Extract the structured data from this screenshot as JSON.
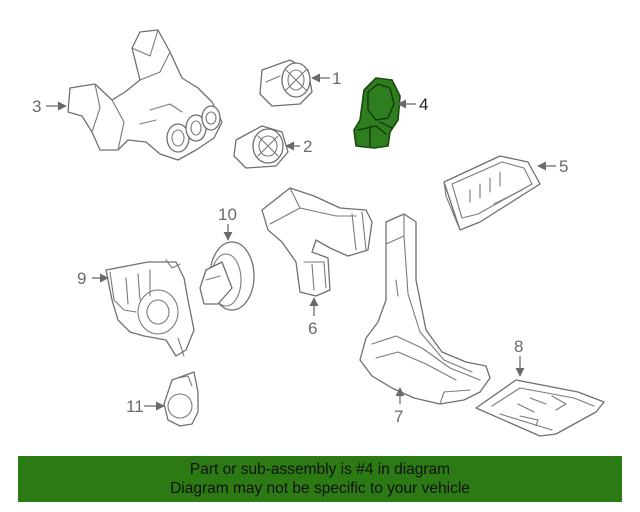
{
  "callouts": {
    "c1": "1",
    "c2": "2",
    "c3": "3",
    "c4": "4",
    "c5": "5",
    "c6": "6",
    "c7": "7",
    "c8": "8",
    "c9": "9",
    "c10": "10",
    "c11": "11"
  },
  "banner": {
    "line1": "Part or sub-assembly is #4 in diagram",
    "line2": "Diagram may not be specific to your vehicle"
  },
  "colors": {
    "highlight_part": "#2e7d1e",
    "banner_background": "#2c7a13",
    "line_art": "#6f6f6f"
  }
}
